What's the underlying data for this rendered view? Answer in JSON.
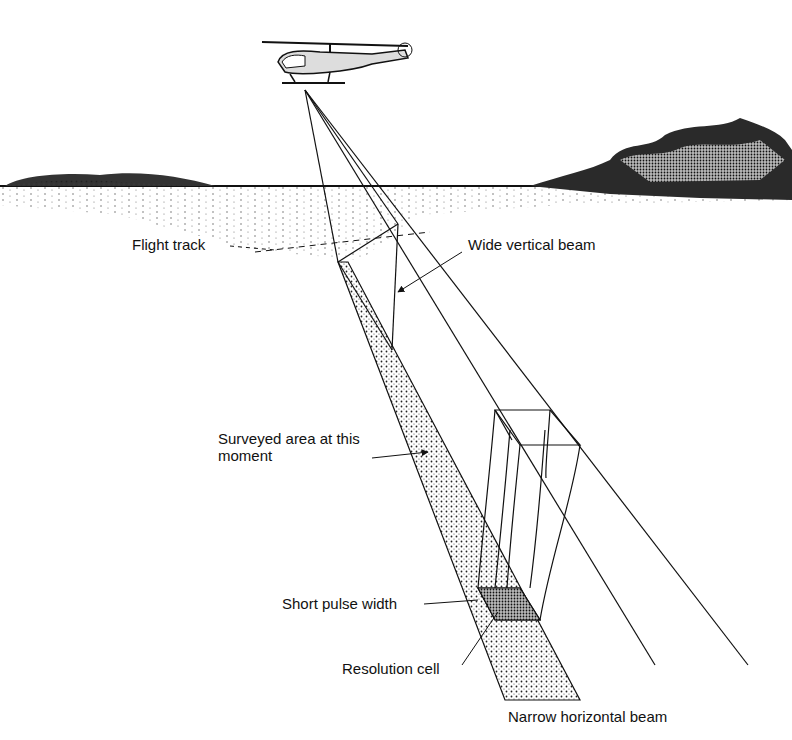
{
  "diagram": {
    "labels": [
      "Flight track",
      "Wide vertical beam",
      "Surveyed area at this moment",
      "Short pulse width",
      "Resolution cell",
      "Narrow horizontal beam"
    ]
  }
}
